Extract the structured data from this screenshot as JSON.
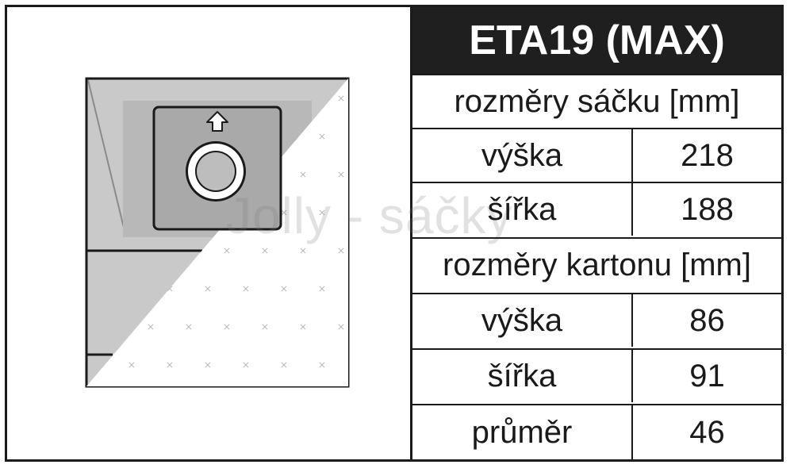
{
  "title": "ETA19 (MAX)",
  "watermark": "Jolly - sáčky",
  "bag_dimensions": {
    "heading": "rozměry sáčku [mm]",
    "rows": [
      {
        "label": "výška",
        "value": "218"
      },
      {
        "label": "šířka",
        "value": "188"
      }
    ]
  },
  "box_dimensions": {
    "heading": "rozměry kartonu [mm]",
    "rows": [
      {
        "label": "výška",
        "value": "86"
      },
      {
        "label": "šířka",
        "value": "91"
      },
      {
        "label": "průměr",
        "value": "46"
      }
    ]
  }
}
